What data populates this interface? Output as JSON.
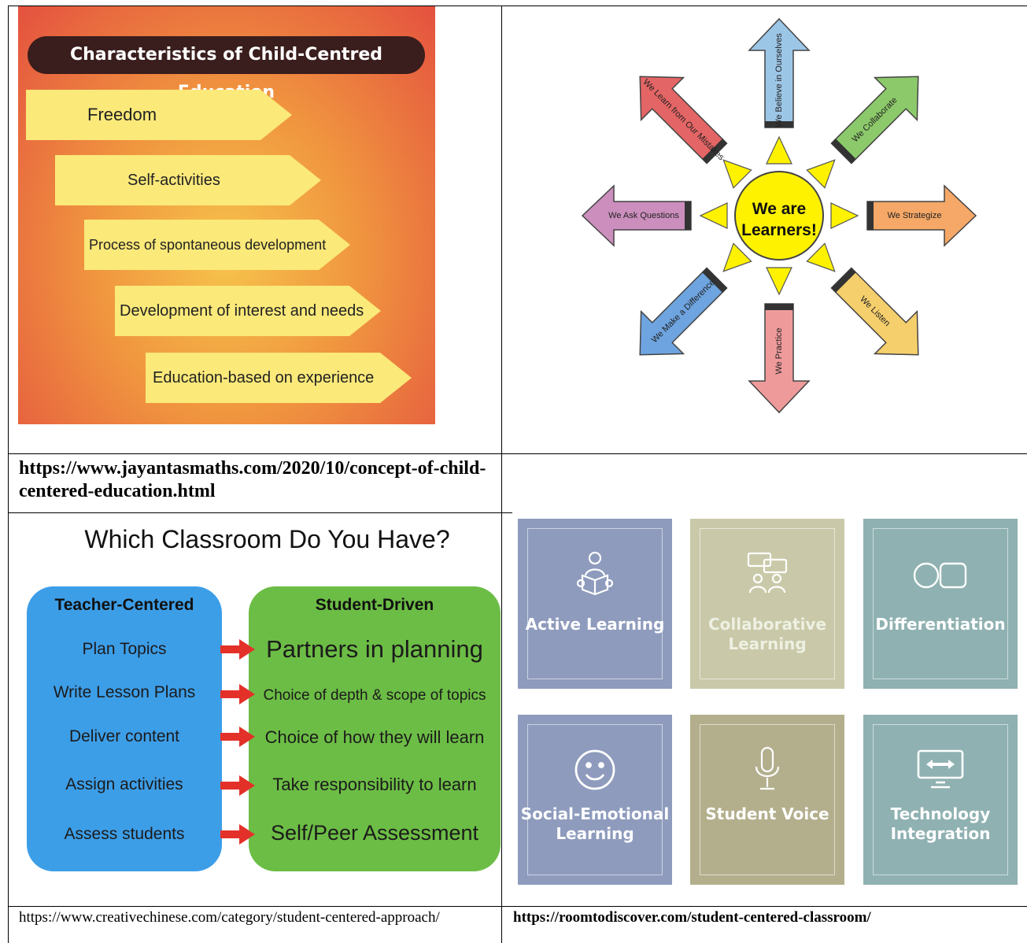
{
  "cce": {
    "title": "Characteristics of Child-Centred Education",
    "items": [
      "Freedom",
      "Self-activities",
      "Process of spontaneous development",
      "Development of interest and needs",
      "Education-based on experience"
    ],
    "caption": "https://www.jayantasmaths.com/2020/10/concept-of-child-centered-education.html"
  },
  "learners": {
    "center": "We are Learners!",
    "arrows": [
      "We Believe in Ourselves",
      "We Collaborate",
      "We Strategize",
      "We Listen",
      "We Practice",
      "We Make a Difference",
      "We Ask Questions",
      "We Learn from Our Mistakes"
    ],
    "colors": [
      "#9cc6e6",
      "#8cc96a",
      "#f5a867",
      "#f5cf6c",
      "#ef9a9a",
      "#6ea4e0",
      "#cc8fbd",
      "#e46565"
    ]
  },
  "classroom": {
    "title": "Which Classroom Do You Have?",
    "teacher_heading": "Teacher-Centered",
    "student_heading": "Student-Driven",
    "teacher_items": [
      "Plan Topics",
      "Write Lesson Plans",
      "Deliver content",
      "Assign activities",
      "Assess students"
    ],
    "student_items": [
      "Partners in planning",
      "Choice of depth & scope of topics",
      "Choice of how they will learn",
      "Take responsibility to learn",
      "Self/Peer Assessment"
    ],
    "caption": "https://www.creativechinese.com/category/student-centered-approach/"
  },
  "tiles": {
    "items": [
      {
        "label": "Active Learning",
        "icon": "reader-icon",
        "color": "#8e9bbd"
      },
      {
        "label": "Collaborative Learning",
        "icon": "chat-people-icon",
        "color": "#c9c9a9"
      },
      {
        "label": "Differentiation",
        "icon": "shapes-icon",
        "color": "#8fb1b1"
      },
      {
        "label": "Social-Emotional Learning",
        "icon": "smiley-icon",
        "color": "#8e9bbd"
      },
      {
        "label": "Student Voice",
        "icon": "microphone-icon",
        "color": "#b3af8d"
      },
      {
        "label": "Technology Integration",
        "icon": "monitor-icon",
        "color": "#8fb1b1"
      }
    ],
    "caption": "https://roomtodiscover.com/student-centered-classroom/"
  }
}
